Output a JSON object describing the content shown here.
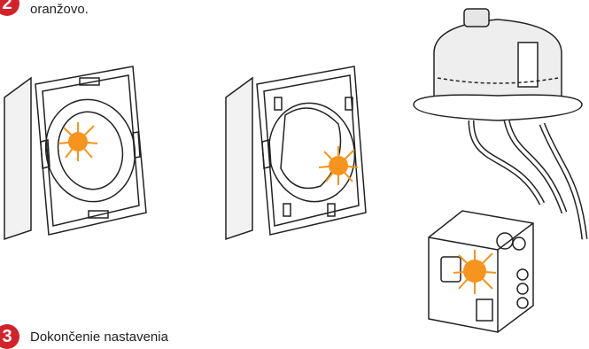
{
  "steps": [
    {
      "number": "2",
      "text": "oranžovo."
    },
    {
      "number": "3",
      "text": "Dokončenie nastavenia"
    }
  ],
  "colors": {
    "badge": "#d2232a",
    "led_glow": "#f7941d",
    "line": "#222222"
  },
  "illustrations": {
    "left": "wall-switch-frame-led-icon",
    "middle": "wall-switch-mechanism-led-icon",
    "right": "ceiling-lamp-with-micromodule-led-icon"
  }
}
